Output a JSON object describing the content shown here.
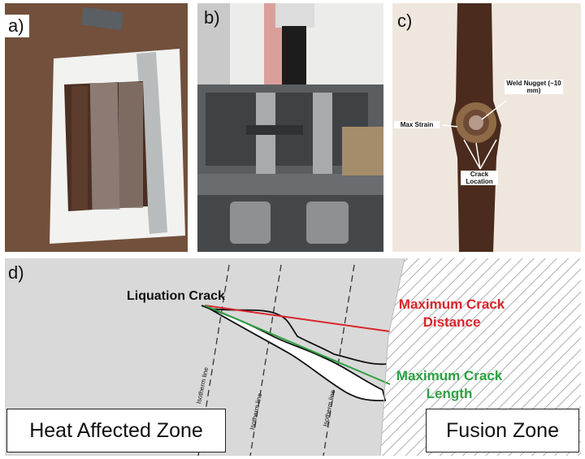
{
  "panels": {
    "a": {
      "label": "a)"
    },
    "b": {
      "label": "b)"
    },
    "c": {
      "label": "c)",
      "annotations": {
        "weld_nugget": "Weld Nugget (~10 mm)",
        "max_strain": "Max Strain",
        "crack_location": "Crack Location"
      }
    },
    "d": {
      "label": "d)",
      "liquation_crack": "Liquation Crack",
      "max_crack_distance": "Maximum Crack Distance",
      "max_crack_length": "Maximum Crack Length",
      "isotherm_labels": [
        "Isotherm line",
        "Isotherm line",
        "Isotherm line"
      ],
      "heat_affected_zone": "Heat Affected Zone",
      "fusion_zone": "Fusion Zone"
    }
  },
  "colors": {
    "max_distance_line": "#d9262b",
    "max_length_line": "#2ea043",
    "haz_fill": "#d9d9d9"
  }
}
